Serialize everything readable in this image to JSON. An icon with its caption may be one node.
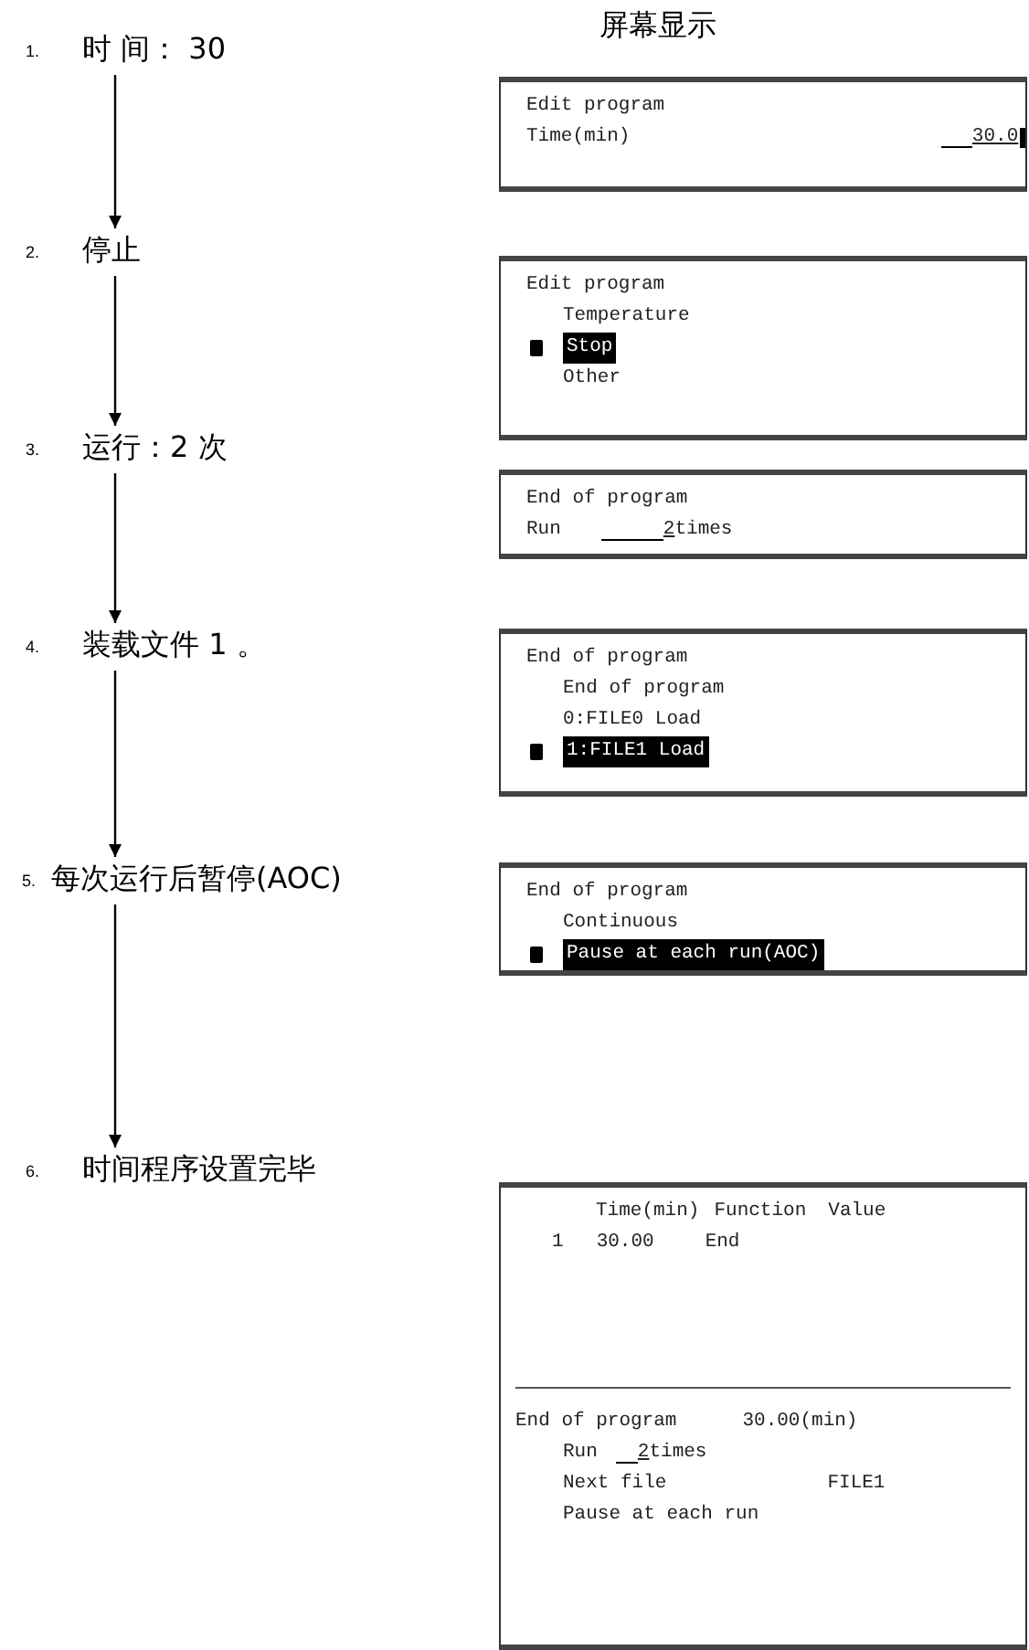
{
  "diagram": {
    "title": "屏幕显示",
    "nodes": [
      {
        "text": [
          "时 间： 30"
        ],
        "beside": [
          "1."
        ]
      },
      {
        "text": [
          "停止"
        ],
        "beside": [
          "2."
        ]
      },
      {
        "text": [
          "运行：2 次"
        ],
        "beside": [
          "3."
        ]
      },
      {
        "text": [
          "装载文件 1 。"
        ],
        "beside": [
          "4."
        ]
      },
      {
        "text": [
          "每次运行后暂停(AOC)"
        ],
        "beside": [
          "5."
        ]
      },
      {
        "text": [
          "时间程序设置完毕"
        ],
        "beside": [
          "6."
        ]
      },
      {
        "text": [
          "Edit program",
          "Time(min)",
          "30.0"
        ]
      },
      {
        "text": [
          "Edit program",
          "Temperature",
          "Stop",
          "Other"
        ]
      },
      {
        "text": [
          "End of program",
          "Run",
          "2",
          "times"
        ]
      },
      {
        "text": [
          "End of program",
          "End of program",
          "0:FILE0 Load",
          "1:FILE1 Load"
        ]
      },
      {
        "text": [
          "End of program",
          "Continuous",
          "Pause at each run(AOC)"
        ]
      },
      {
        "text": [
          "Time(min)",
          "Function",
          "Value",
          "1",
          "30.00",
          "End",
          "End of program",
          "30.00(min)",
          "Run",
          "2",
          "times",
          "Next file",
          "FILE1",
          "Pause at each run"
        ]
      }
    ],
    "edges": [
      {
        "from": 0,
        "to": 1,
        "arrow": "to"
      },
      {
        "from": 1,
        "to": 2,
        "arrow": "to"
      },
      {
        "from": 2,
        "to": 3,
        "arrow": "to"
      },
      {
        "from": 3,
        "to": 4,
        "arrow": "to"
      },
      {
        "from": 4,
        "to": 5,
        "arrow": "to"
      }
    ]
  }
}
